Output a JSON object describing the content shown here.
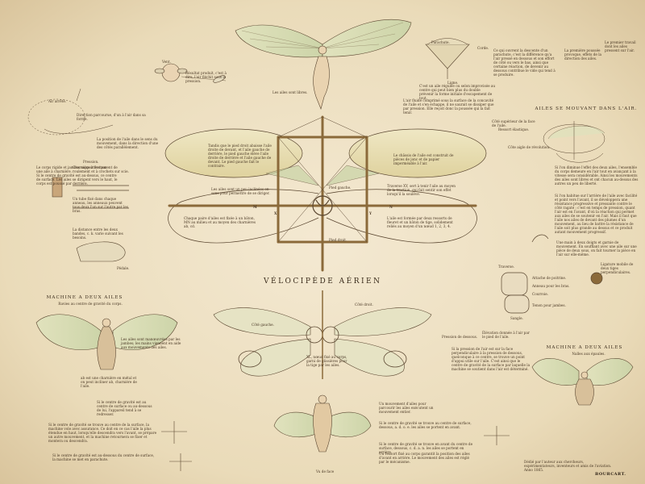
{
  "plate": {
    "title": "VÉLOCIPÈDE AÉRIEN",
    "signature": "BOURCART.",
    "footer": "Dédié par l'auteur aux chercheurs, expérimentateurs, inventeurs et amis de l'aviation. Anno 1865.",
    "bottom_caption": "Vu de face"
  },
  "headings": {
    "machine_left": "MACHINE A DEUX AILES",
    "machine_left_sub": "Ravies au centre de gravité du corps.",
    "machine_right": "MACHINE A DEUX AILES",
    "machine_right_sub": "Nalles aux épaules.",
    "ailes_mouvant": "AILES SE MOUVANT DANS L'AIR."
  },
  "labels": {
    "vent": "Vent.",
    "parachute": "Parachute.",
    "corde": "Corde.",
    "ligne": "Ligne.",
    "air_arrete": "Air arrêté.",
    "pied_gauche": "Pied gauche.",
    "pied_droit": "Pied droit.",
    "cote_droit": "Côté droit.",
    "cote_gauche": "Côté gauche.",
    "traverse": "Traverse.",
    "pedale": "Pédale.",
    "sangle": "Sangle.",
    "courroie": "Courroie.",
    "tenon": "Tenon pour jambes.",
    "attache": "Attache de poitrine.",
    "anneau": "Anneau pour les bras.",
    "m": "M",
    "n": "N",
    "x": "X",
    "y": "Y"
  },
  "notes": {
    "n_top_left": "Direction parcourue, d'un à l'air dans sa forme.",
    "n_cherub": "Résultat produit, c'est à dire, l'air fléchit sous la pression.",
    "n_figure": "Les ailes sont libres.",
    "n_parachute": "C'est un aile régulée ou selon improvisée au centre qui peut bien plus du double prévenir la forme initiale d'escapement de tout.",
    "n_air": "L'air fluide comprimé sous la surface de la concavité de l'aile et s'en échappe, il ne saurait se dissiper que par pression. Elle reçoit donc la poussée qui la fait tenir.",
    "n_right_top": "Ce qui ouvrent la descente d'un parachute, c'est la différence qu'a l'air pressé en dessous et son effort de côté ou vers le bas, ainsi que certaine réaction, de devenir au dessous contribue le vide qui tend à se produire.",
    "n_dessus": "La première poussée provoque, effets de la direction des ailes.",
    "n_air_push": "Le premier travail dont les ailes pressent sur l'air.",
    "n_ailes_note": "Si l'on diminue l'effet des deux ailes, l'ensemble du corps demeure en l'air tout en avançant à la vitesse sera considérable. Ainsi les mouvements des ailes sont libres et ont chacun au-dessus des autres un peu de liberté.",
    "n_mouvement": "Une main à deux doigts et garnie de mouvement. En soufflant avec une aile sur une pièce de deux sous, on fait tourner la pièce en l'air sur elle-même.",
    "n_position": "La position de l'aile dans le sens du mouvement, dans la direction d'une des côtés parallèlement.",
    "n_pression": "Pression.",
    "n_corps": "Le corps rigide et jambes supportées par une aile à charnière.",
    "n_centre_gravite": "Si le centre de gravité est au-dessus, ce centre de surface. Les ailes se dirigent vers le haut, le corps est poussé par derrière.",
    "n_ressort": "Un ressort fixé au corps garantit la position des ailes d'avant en arrière. Le mouvement des ailes est réglé par le mécanisme.",
    "n_charnieres": "Charnière à frottement de roulement et à crochets sur scie.",
    "n_un_tube": "Un tube fixé dans chaque anneau, les anneaux peuvent tous deux l'un sur l'autre par les bras.",
    "n_distance": "La distance entre les deux bandes, c. k. varie suivant les besoins.",
    "n_ailes_pieds": "Tandis que le pied droit abaisse l'aile droite de devant, et l'aile gauche de derrière, le pied gauche élève l'aile droite de derrière et l'aile gauche de devant. Le pied gauche fait le contraire.",
    "n_ailes_inclinees": "Les ailes sont un peu inclinées en sens pour permettre de se diriger.",
    "n_chaque_paire": "Chaque paire d'ailes est fixée à un bâton, MN au milieu et au moyen des charnières ab, cd.",
    "n_chassis": "Le châssis de l'aile est construit de pièces de jonc et de papier imperméable à l'air.",
    "n_traverse": "Traverse XY, sert à tenir l'aile au moyen de la traction, qui fait sentir son effet lorsqu'il la soulève.",
    "n_aile_formee": "L'aile est formée par deux ressorts de fleuret et un bâton de tige, solidement reliés au moyen d'un nœud 1, 2, 3, 4.",
    "n_machine_left": "Les ailes sont manœuvrées par les jambes; les mains viennent en aide aux mouvements des ailes.",
    "n_articule": "ab est une charnière en métal et on peut incliner ab, charnière de l'aile.",
    "n_centre_gravite_2": "Si le centre de gravité est au centre de surface ou au-dessous de lui, l'appareil tend à se redresser.",
    "n_centre_gravite_3": "Si le centre de gravité se trouve au centre de la surface, la machine vole avec assurance. Ce doit en ce cas l'aile la plus étendue en haut, lorsqu'elle descendra vers l'avant, se prépare un autre mouvement, et la machine retournera se fixer et montera ou descendra.",
    "n_centre_gravite_4": "Si le centre de gravité est au-dessous du centre de surface, la machine se met en parachute.",
    "n_xl": "XL, nœud fixé au corps, garni de glissières pour la tige par les ailes.",
    "n_mouvement_ailes": "Un mouvement d'ailes pour parcourir les ailes exécutent un mouvement entier.",
    "n_centre_surface": "Si le centre de gravité se trouve au centre de surface, dessous, a. d. o. e. les ailes se portent en avant.",
    "n_centre_surface_2": "Si le centre de gravité se trouve en avant du centre de surface, dessous, c. d. a. n. les ailes se portent en arrière.",
    "n_pression_dessous": "Pression de dessous.",
    "n_elevation": "Élévation donnée à l'air par le pied de l'aile.",
    "n_si_pression": "Si la pression de l'air est sur la face perpendiculaire à la pression de dessous, quelconque à ce centre, se trouve un point d'appui utile sur l'aile. C'est ainsi que le centre de gravité de la surface par laquelle la machine se soutient dans l'air est déterminé.",
    "n_ligature": "Ligature mobile de deux tiges perpendiculaires.",
    "n_aile_bat": "Si l'on habitue sur l'arrière de l'aile avec facilité et point vers l'avant, il se développera une résistance progressive et pressante contre le côté ragaté ; c'est en temps de pression, quant l'air est en l'avant, d'où la réaction qui permet aux ailes de se soutenir en l'air. Mais il faut que l'aile nos ailes de devant des plumes d'un mouvement, au lieu de battre la résistance de l'aile soit plus grande au dessus et ce produit autant mouvement progressif.",
    "n_cote_superieure": "Côté supérieur de la face de l'aile.",
    "n_ressort_elastique": "Ressort élastique.",
    "n_cote_aile_rev": "Côte aigle de révolution."
  }
}
